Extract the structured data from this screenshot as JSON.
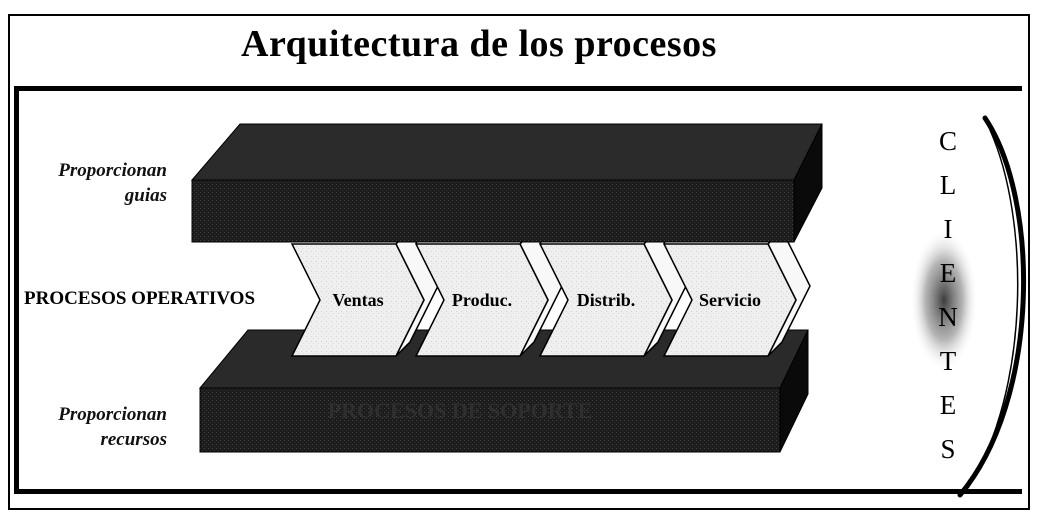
{
  "title": "Arquitectura de los procesos",
  "labels": {
    "guias": [
      "Proporcionan",
      "guias"
    ],
    "recursos": [
      "Proporcionan",
      "recursos"
    ],
    "operativos": "PROCESOS OPERATIVOS"
  },
  "soporte_label": "PROCESOS DE SOPORTE",
  "processes": [
    "Ventas",
    "Produc.",
    "Distrib.",
    "Servicio"
  ],
  "clientes": [
    "C",
    "L",
    "I",
    "E",
    "N",
    "T",
    "E",
    "S"
  ],
  "colors": {
    "plate": "#1c1c1c",
    "plate_edge": "#0a0a0a",
    "chevron_fill": "#eeeeee",
    "chevron_stroke": "#000000",
    "clientes_glow": "#555555"
  }
}
